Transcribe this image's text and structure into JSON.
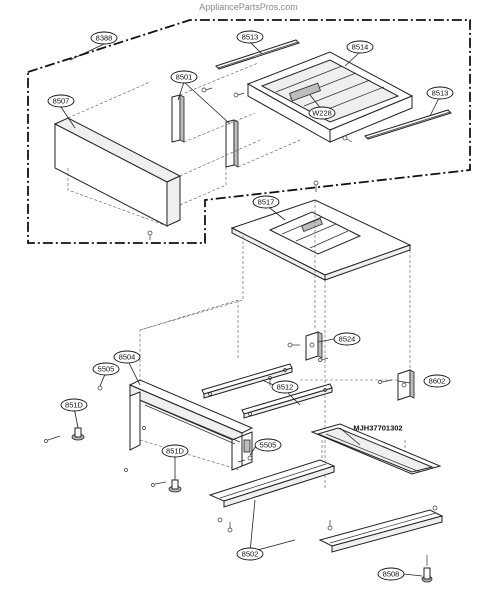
{
  "watermark": "AppliancePartsPros.com",
  "labels": {
    "p8388": "8388",
    "p8513a": "8513",
    "p8514": "8514",
    "p8501": "8501",
    "p8507": "8507",
    "w228": "W228",
    "p8513b": "8513",
    "p8517": "8517",
    "p8524": "8524",
    "p8504": "8504",
    "p5505a": "5505",
    "p8512": "8512",
    "p8602": "8602",
    "p851Da": "851D",
    "mjh": "MJH37701302",
    "p5505b": "5505",
    "p851Db": "851D",
    "p8502": "8502",
    "p8508": "8508"
  }
}
